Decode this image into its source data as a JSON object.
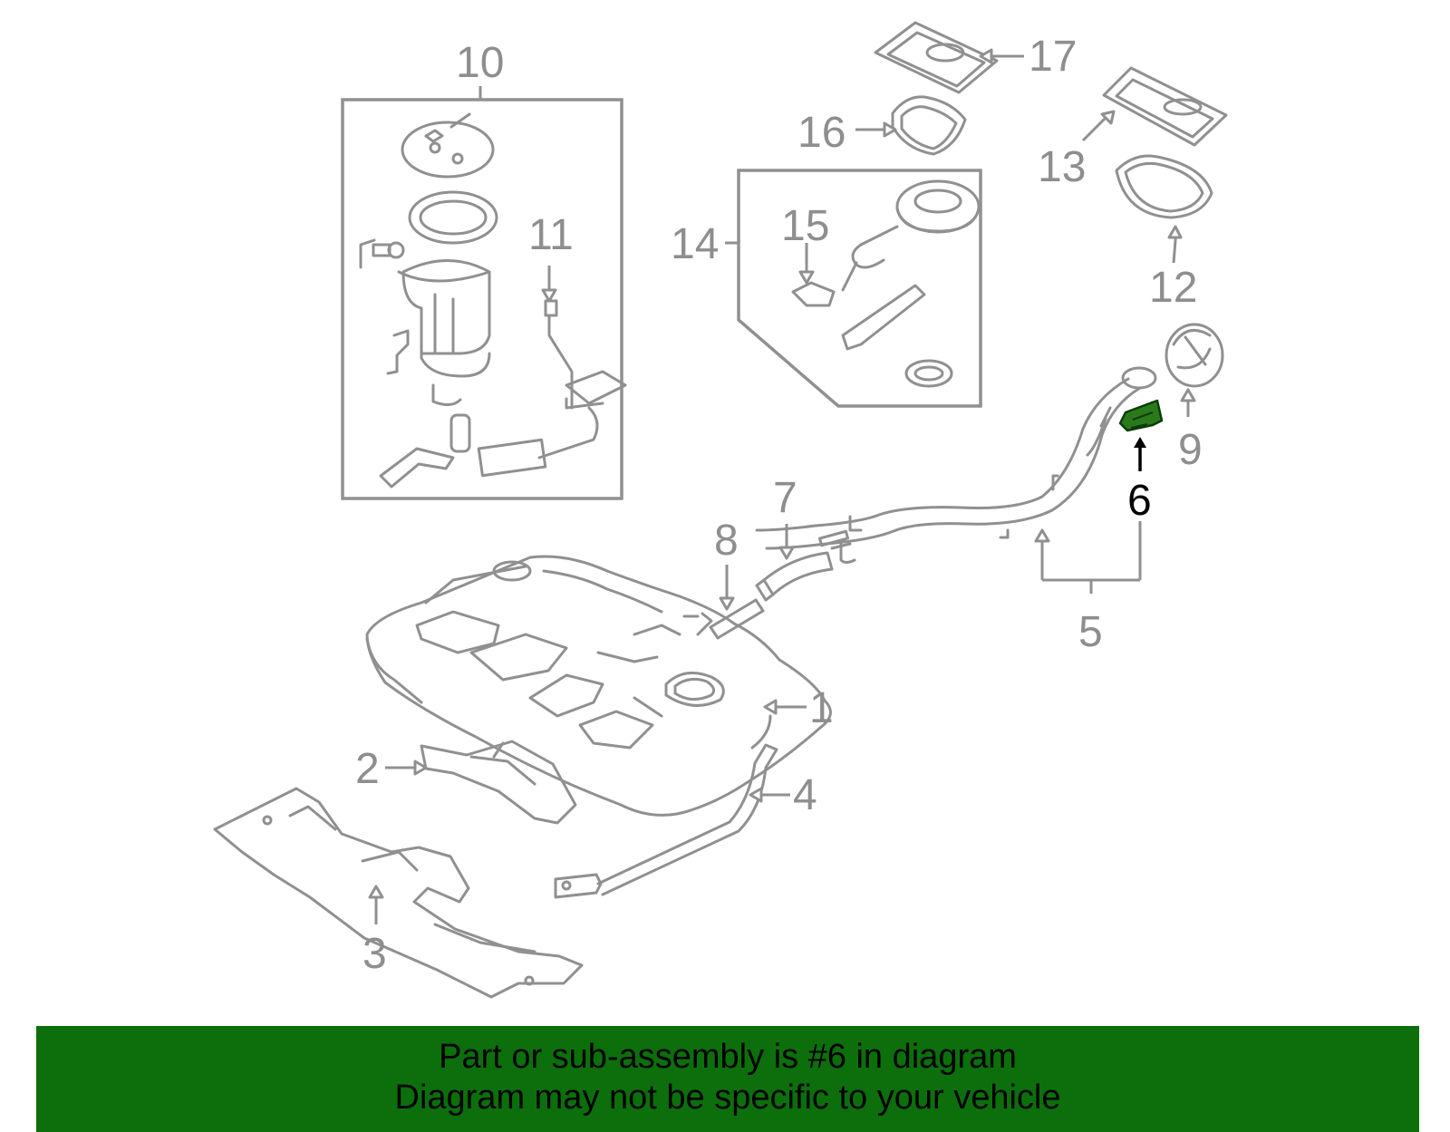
{
  "diagram": {
    "callouts": {
      "c1": "1",
      "c2": "2",
      "c3": "3",
      "c4": "4",
      "c5": "5",
      "c6": "6",
      "c7": "7",
      "c8": "8",
      "c9": "9",
      "c10": "10",
      "c11": "11",
      "c12": "12",
      "c13": "13",
      "c14": "14",
      "c15": "15",
      "c16": "16",
      "c17": "17"
    },
    "highlight_part": "6",
    "colors": {
      "line": "#909090",
      "highlight_fill": "#2a7a1c",
      "highlight_text": "#000000",
      "banner_bg": "#0c6f0c"
    }
  },
  "banner": {
    "line1": "Part or sub-assembly is #6 in diagram",
    "line2": "Diagram may not be specific to your vehicle"
  }
}
